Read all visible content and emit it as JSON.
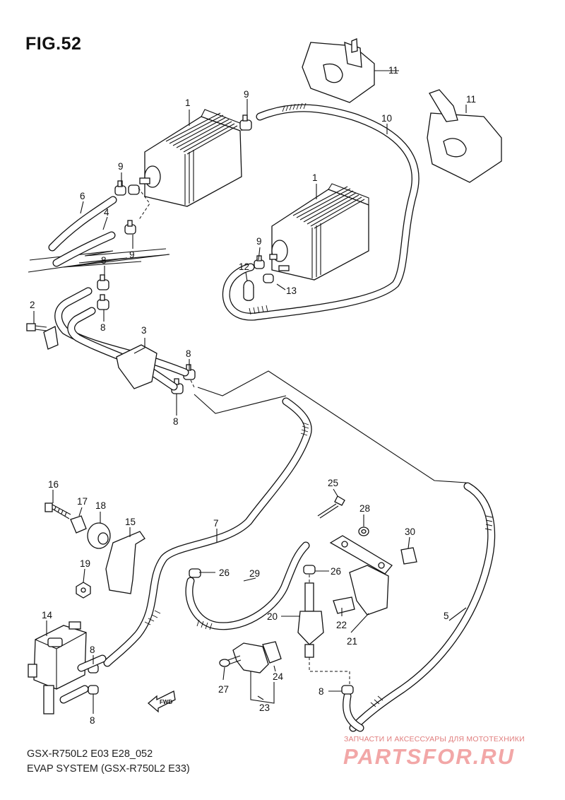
{
  "figure": {
    "title": "FIG.52",
    "code": "GSX-R750L2 E03 E28_052",
    "section": "EVAP SYSTEM (GSX-R750L2 E33)"
  },
  "watermark": {
    "tagline": "ЗАПЧАСТИ И АКСЕССУАРЫ ДЛЯ МОТОТЕХНИКИ",
    "brand": "PARTSFOR.RU"
  },
  "fwd_label": "FWD",
  "callouts": [
    {
      "id": "c1a",
      "label": "1"
    },
    {
      "id": "c1b",
      "label": "1"
    },
    {
      "id": "c2",
      "label": "2"
    },
    {
      "id": "c3",
      "label": "3"
    },
    {
      "id": "c4",
      "label": "4"
    },
    {
      "id": "c5",
      "label": "5"
    },
    {
      "id": "c6",
      "label": "6"
    },
    {
      "id": "c7",
      "label": "7"
    },
    {
      "id": "c8a",
      "label": "8"
    },
    {
      "id": "c8b",
      "label": "8"
    },
    {
      "id": "c8c",
      "label": "8"
    },
    {
      "id": "c8d",
      "label": "8"
    },
    {
      "id": "c8e",
      "label": "8"
    },
    {
      "id": "c8f",
      "label": "8"
    },
    {
      "id": "c8g",
      "label": "8"
    },
    {
      "id": "c9a",
      "label": "9"
    },
    {
      "id": "c9b",
      "label": "9"
    },
    {
      "id": "c9c",
      "label": "9"
    },
    {
      "id": "c9d",
      "label": "9"
    },
    {
      "id": "c10",
      "label": "10"
    },
    {
      "id": "c11a",
      "label": "11"
    },
    {
      "id": "c11b",
      "label": "11"
    },
    {
      "id": "c12",
      "label": "12"
    },
    {
      "id": "c13",
      "label": "13"
    },
    {
      "id": "c14",
      "label": "14"
    },
    {
      "id": "c15",
      "label": "15"
    },
    {
      "id": "c16",
      "label": "16"
    },
    {
      "id": "c17",
      "label": "17"
    },
    {
      "id": "c18",
      "label": "18"
    },
    {
      "id": "c19",
      "label": "19"
    },
    {
      "id": "c20",
      "label": "20"
    },
    {
      "id": "c21",
      "label": "21"
    },
    {
      "id": "c22",
      "label": "22"
    },
    {
      "id": "c23",
      "label": "23"
    },
    {
      "id": "c24",
      "label": "24"
    },
    {
      "id": "c25",
      "label": "25"
    },
    {
      "id": "c26a",
      "label": "26"
    },
    {
      "id": "c26b",
      "label": "26"
    },
    {
      "id": "c27",
      "label": "27"
    },
    {
      "id": "c28",
      "label": "28"
    },
    {
      "id": "c29",
      "label": "29"
    },
    {
      "id": "c30",
      "label": "30"
    }
  ]
}
